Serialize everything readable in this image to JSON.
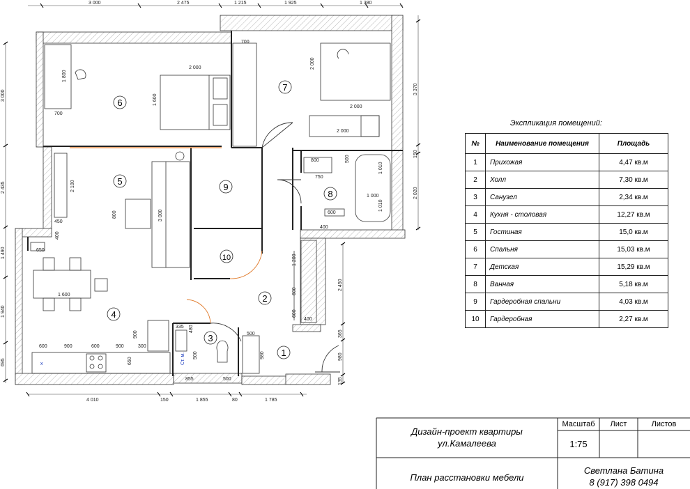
{
  "dimensions": {
    "top": [
      "3 000",
      "2 475",
      "1 215",
      "1 925",
      "1 380"
    ],
    "bottom": [
      "4 010",
      "150",
      "1 855",
      "80",
      "1 785"
    ],
    "left": [
      "3 000",
      "2 435",
      "1 490",
      "1 940",
      "695"
    ],
    "right": [
      "3 370",
      "150",
      "2 020"
    ],
    "right_lower": [
      "2 450",
      "365",
      "980",
      "135"
    ],
    "interior": {
      "d700a": "700",
      "d1800": "1 800",
      "d2000a": "2 000",
      "d1600": "1 600",
      "d700b": "700",
      "d2000b": "2 000",
      "d2000c": "2 000",
      "d2000d": "2 000",
      "d800a": "800",
      "d500a": "500",
      "d750": "750",
      "d1010a": "1 010",
      "d1000": "1 000",
      "d1010b": "1 010",
      "d600a": "600",
      "d400a": "400",
      "d2100": "2 100",
      "d450": "450",
      "d800b": "800",
      "d3000": "3 000",
      "d400b": "400",
      "d650a": "650",
      "d1600b": "1 600",
      "d1200": "1 200",
      "d600b": "600",
      "d600c": "600",
      "d400c": "400",
      "d900a": "900",
      "d335": "335",
      "d480": "480",
      "d500b": "500",
      "d500c": "500",
      "d980": "980",
      "d855": "855",
      "d500d": "500",
      "d650b": "650",
      "k600a": "600",
      "k900a": "900",
      "k600b": "600",
      "k900b": "900",
      "k300": "300"
    },
    "stm": "Ст. м.",
    "x_mark": "x"
  },
  "rooms": [
    "1",
    "2",
    "3",
    "4",
    "5",
    "6",
    "7",
    "8",
    "9",
    "10"
  ],
  "explication": {
    "title": "Экспликация помещений:",
    "headers": [
      "№",
      "Наименование помещения",
      "Площадь"
    ],
    "rows": [
      {
        "n": "1",
        "name": "Прихожая",
        "area": "4,47 кв.м"
      },
      {
        "n": "2",
        "name": "Холл",
        "area": "7,30 кв.м"
      },
      {
        "n": "3",
        "name": "Санузел",
        "area": "2,34 кв.м"
      },
      {
        "n": "4",
        "name": "Кухня - столовая",
        "area": "12,27 кв.м"
      },
      {
        "n": "5",
        "name": "Гостиная",
        "area": "15,0 кв.м"
      },
      {
        "n": "6",
        "name": "Спальня",
        "area": "15,03 кв.м"
      },
      {
        "n": "7",
        "name": "Детская",
        "area": "15,29 кв.м"
      },
      {
        "n": "8",
        "name": "Ванная",
        "area": "5,18 кв.м"
      },
      {
        "n": "9",
        "name": "Гардеробная спальни",
        "area": "4,03 кв.м"
      },
      {
        "n": "10",
        "name": "Гардеробная",
        "area": "2,27 кв.м"
      }
    ]
  },
  "title_block": {
    "project_line1": "Дизайн-проект квартиры",
    "project_line2": "ул.Камалеева",
    "sheet_title": "План расстановки мебели",
    "scale_label": "Масштаб",
    "scale_value": "1:75",
    "sheet_label": "Лист",
    "sheets_label": "Листов",
    "author": "Светлана Батина",
    "phone": "8 (917) 398 0494"
  }
}
